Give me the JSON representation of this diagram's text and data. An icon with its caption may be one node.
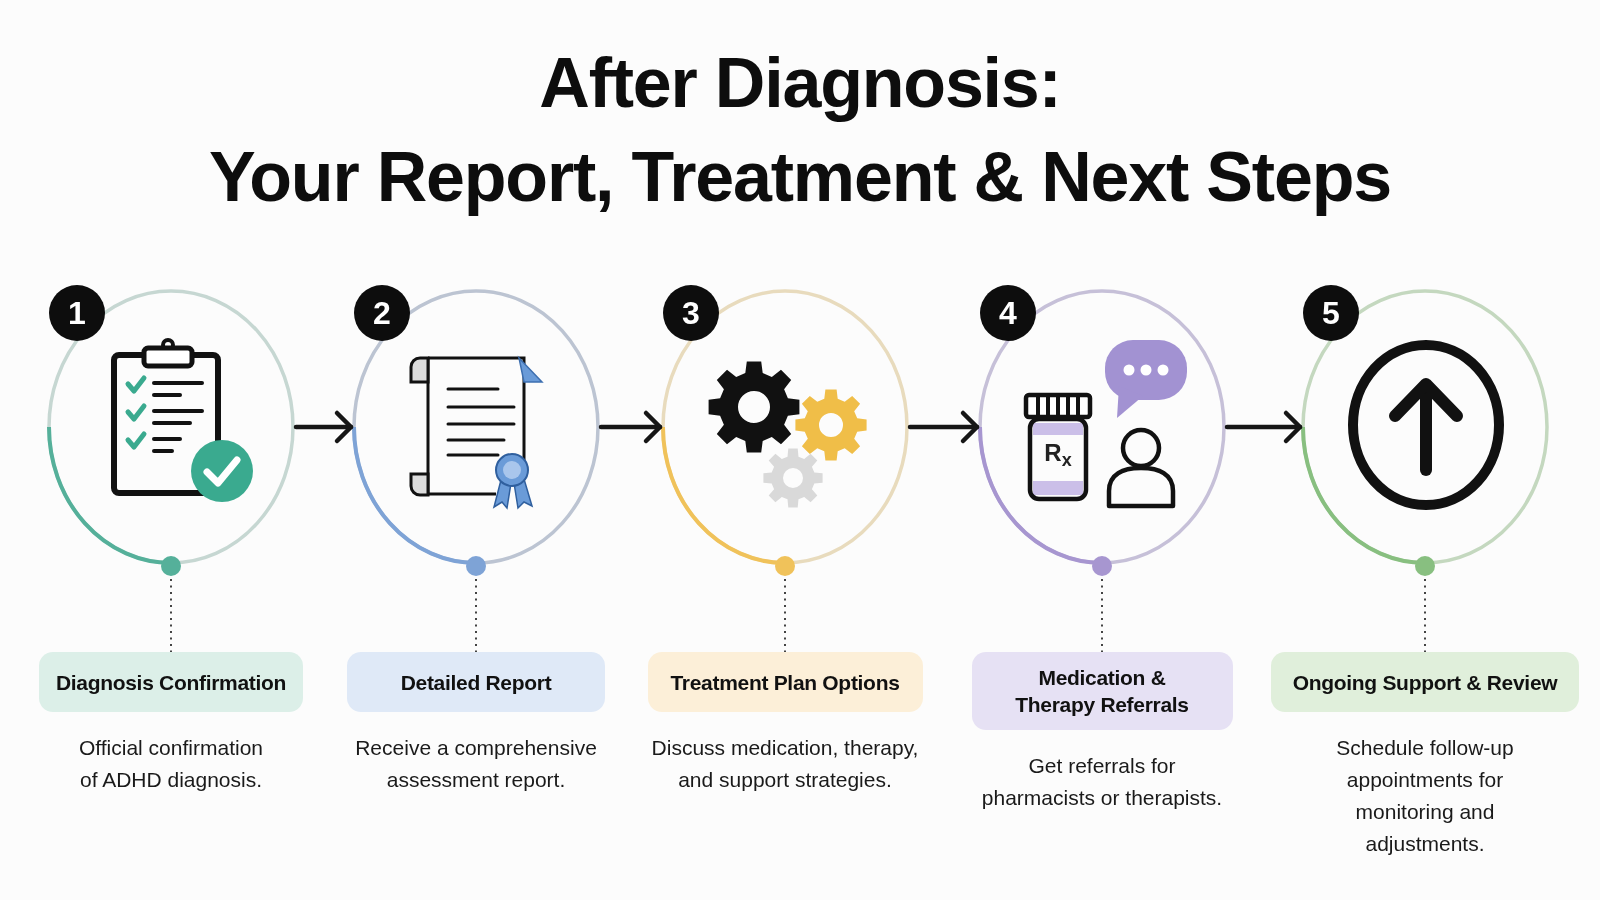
{
  "diagram": {
    "title": "After Diagnosis: Your Report, Treatment & Next Steps",
    "nodes": [
      {
        "text": [
          "1"
        ]
      },
      {
        "text": [
          "2"
        ]
      },
      {
        "text": [
          "3"
        ]
      },
      {
        "text": [
          "4"
        ]
      },
      {
        "text": [
          "5"
        ]
      },
      {
        "text": [
          "Diagnosis Confirmation"
        ],
        "beside": [
          "Official confirmation of ADHD diagnosis."
        ]
      },
      {
        "text": [
          "Detailed Report"
        ],
        "beside": [
          "Receive a comprehensive assessment report."
        ]
      },
      {
        "text": [
          "Treatment Plan Options"
        ],
        "beside": [
          "Discuss medication, therapy, and support strategies."
        ]
      },
      {
        "text": [
          "Medication & Therapy Referrals"
        ],
        "beside": [
          "Get referrals for pharmacists or therapists."
        ]
      },
      {
        "text": [
          "Ongoing Support & Review"
        ],
        "beside": [
          "Schedule follow-up appointments for monitoring and adjustments."
        ]
      }
    ],
    "edges": [
      {
        "from": 0,
        "to": 1,
        "arrow": "to",
        "style": "thick"
      },
      {
        "from": 1,
        "to": 2,
        "arrow": "to",
        "style": "thick"
      },
      {
        "from": 2,
        "to": 3,
        "arrow": "to",
        "style": "thick"
      },
      {
        "from": 3,
        "to": 4,
        "arrow": "to",
        "style": "thick"
      },
      {
        "from": 0,
        "to": 5,
        "arrow": "other",
        "style": "dashed"
      },
      {
        "from": 1,
        "to": 6,
        "arrow": "other",
        "style": "dashed"
      },
      {
        "from": 2,
        "to": 7,
        "arrow": "other",
        "style": "dashed"
      },
      {
        "from": 3,
        "to": 8,
        "arrow": "other",
        "style": "dashed"
      },
      {
        "from": 4,
        "to": 9,
        "arrow": "other",
        "style": "dashed"
      }
    ],
    "labels": [
      "R$_{x}$"
    ]
  }
}
